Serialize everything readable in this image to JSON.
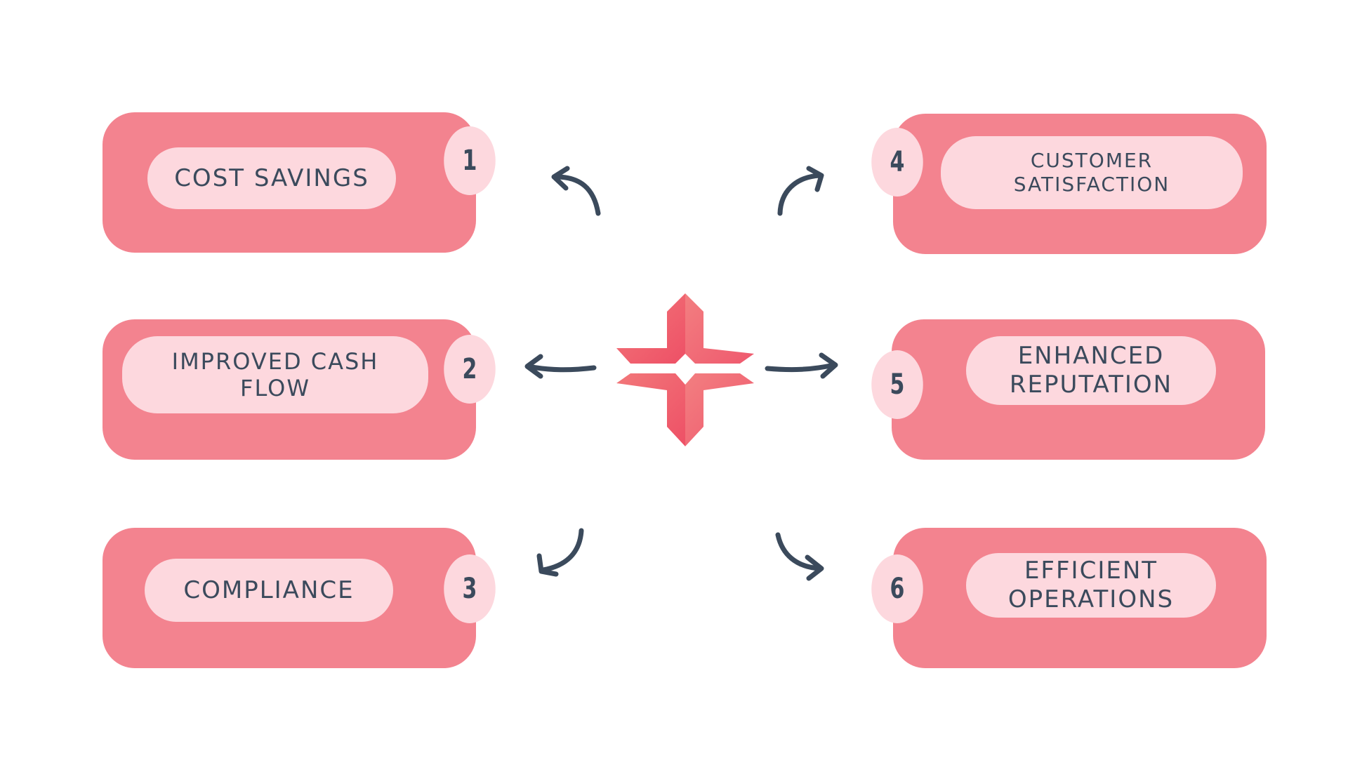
{
  "colors": {
    "background": "#ffffff",
    "card": "#f3838f",
    "pill": "#fdd8de",
    "text": "#3b4a5c",
    "arrow": "#3b4a5c",
    "center_icon_light": "#f2787a",
    "center_icon_dark": "#ee5066"
  },
  "center": {
    "icon": "four-arrows-converging-logo"
  },
  "items": [
    {
      "number": "1",
      "label": "COST SAVINGS"
    },
    {
      "number": "2",
      "label": "IMPROVED CASH FLOW"
    },
    {
      "number": "3",
      "label": "COMPLIANCE"
    },
    {
      "number": "4",
      "label": "CUSTOMER SATISFACTION"
    },
    {
      "number": "5",
      "label": "ENHANCED REPUTATION"
    },
    {
      "number": "6",
      "label": "EFFICIENT OPERATIONS"
    }
  ]
}
